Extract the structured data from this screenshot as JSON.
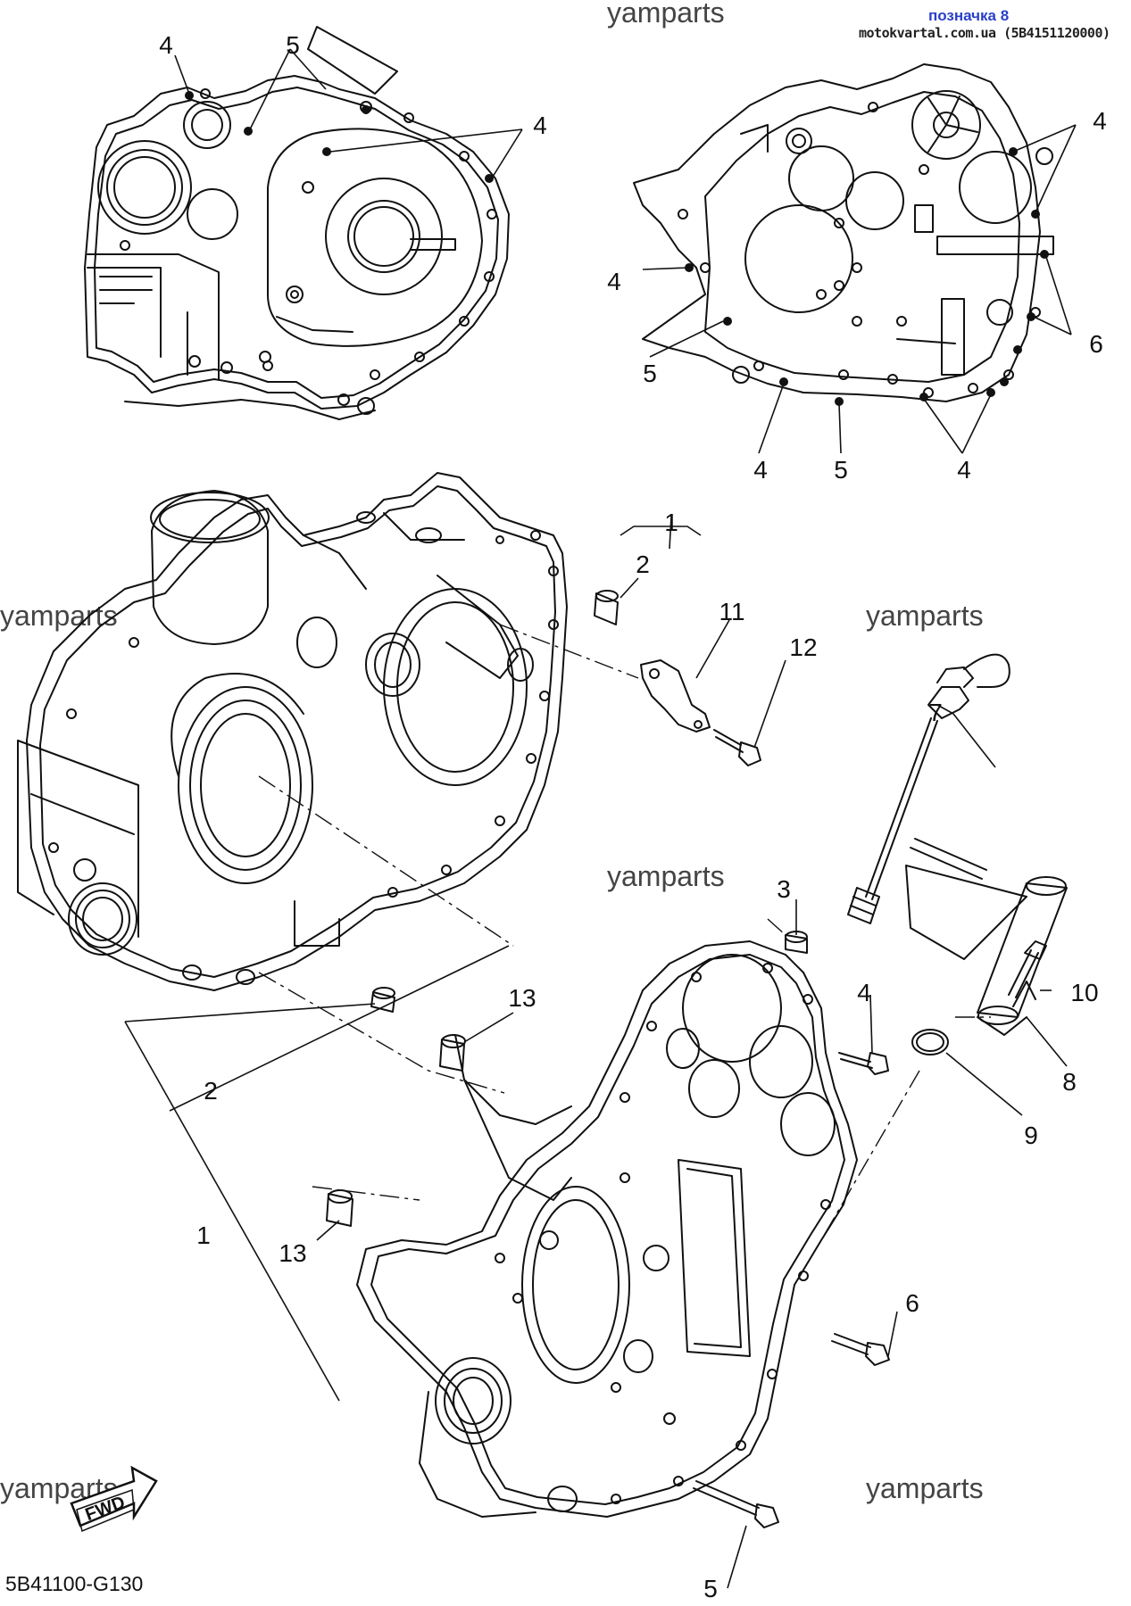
{
  "header": {
    "tag": "позначка 8",
    "site": "motokvartal.com.ua (5B4151120000)"
  },
  "watermarks": [
    "yamparts",
    "yamparts",
    "yamparts",
    "yamparts",
    "yamparts",
    "yamparts"
  ],
  "diagram_code": "5B41100-G130",
  "fwd_label": "FWD",
  "callouts": [
    {
      "id": "c-top-left-4a",
      "label": "4"
    },
    {
      "id": "c-top-left-5",
      "label": "5"
    },
    {
      "id": "c-top-left-4b",
      "label": "4"
    },
    {
      "id": "c-top-right-4a",
      "label": "4"
    },
    {
      "id": "c-top-right-4b",
      "label": "4"
    },
    {
      "id": "c-top-right-5a",
      "label": "5"
    },
    {
      "id": "c-top-right-6",
      "label": "6"
    },
    {
      "id": "c-top-right-4c",
      "label": "4"
    },
    {
      "id": "c-top-right-5b",
      "label": "5"
    },
    {
      "id": "c-top-right-4d",
      "label": "4"
    },
    {
      "id": "c-1-top",
      "label": "1"
    },
    {
      "id": "c-2-top",
      "label": "2"
    },
    {
      "id": "c-11",
      "label": "11"
    },
    {
      "id": "c-12",
      "label": "12"
    },
    {
      "id": "c-7",
      "label": "7"
    },
    {
      "id": "c-3",
      "label": "3"
    },
    {
      "id": "c-4-mid",
      "label": "4"
    },
    {
      "id": "c-10",
      "label": "10"
    },
    {
      "id": "c-8",
      "label": "8"
    },
    {
      "id": "c-9",
      "label": "9"
    },
    {
      "id": "c-13a",
      "label": "13"
    },
    {
      "id": "c-2-bot",
      "label": "2"
    },
    {
      "id": "c-1-bot",
      "label": "1"
    },
    {
      "id": "c-13b",
      "label": "13"
    },
    {
      "id": "c-6",
      "label": "6"
    },
    {
      "id": "c-5-bot",
      "label": "5"
    }
  ]
}
